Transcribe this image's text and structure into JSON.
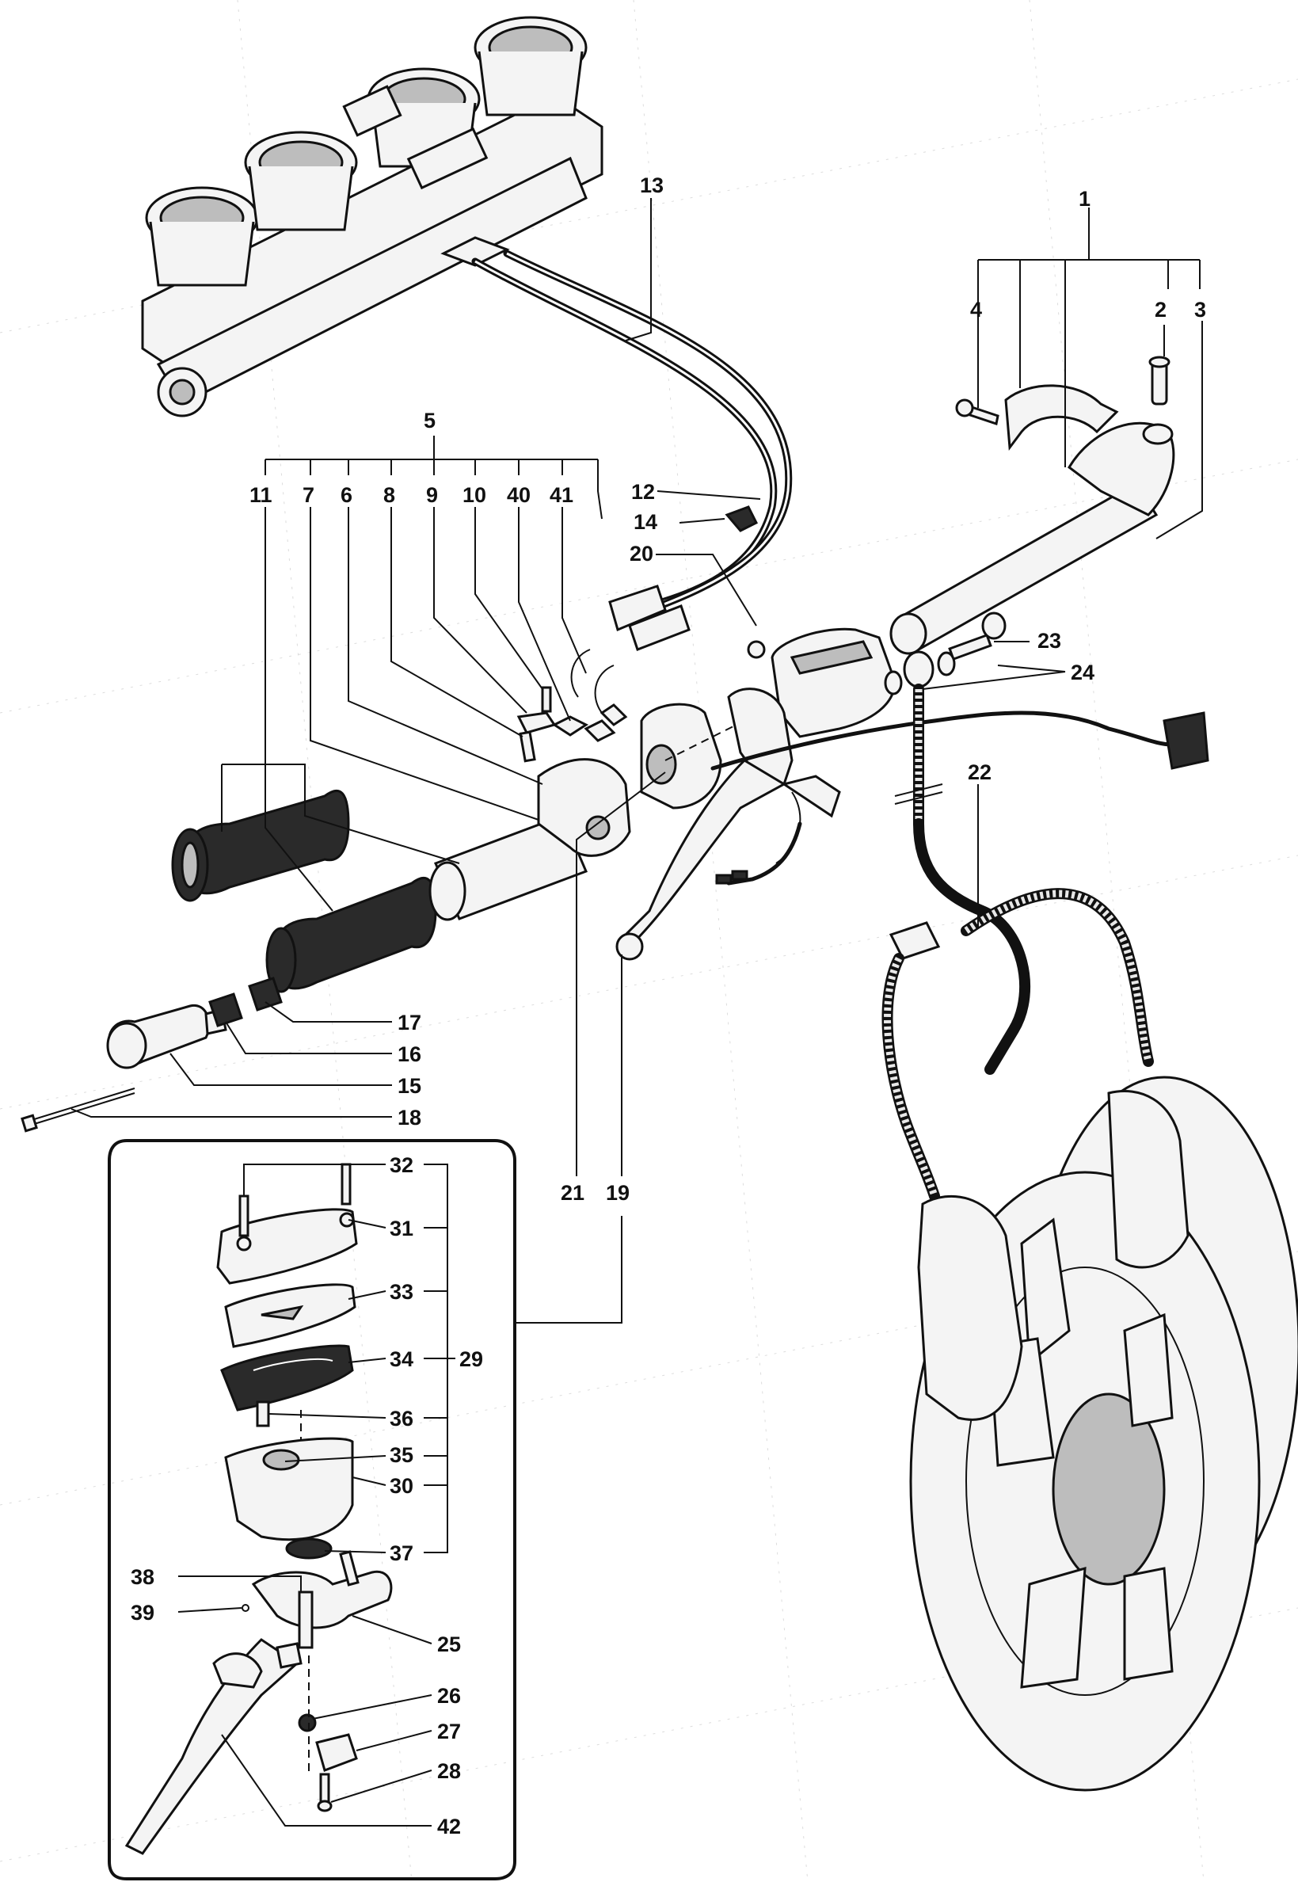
{
  "diagram": {
    "callouts": {
      "c1": "1",
      "c2": "2",
      "c3": "3",
      "c4": "4",
      "c5": "5",
      "c6": "6",
      "c7": "7",
      "c8": "8",
      "c9": "9",
      "c10": "10",
      "c11": "11",
      "c12": "12",
      "c13": "13",
      "c14": "14",
      "c15": "15",
      "c16": "16",
      "c17": "17",
      "c18": "18",
      "c19": "19",
      "c20": "20",
      "c21": "21",
      "c22": "22",
      "c23": "23",
      "c24": "24",
      "c25": "25",
      "c26": "26",
      "c27": "27",
      "c28": "28",
      "c29": "29",
      "c30": "30",
      "c31": "31",
      "c32": "32",
      "c33": "33",
      "c34": "34",
      "c35": "35",
      "c36": "36",
      "c37": "37",
      "c38": "38",
      "c39": "39",
      "c40": "40",
      "c41": "41",
      "c42": "42"
    }
  }
}
